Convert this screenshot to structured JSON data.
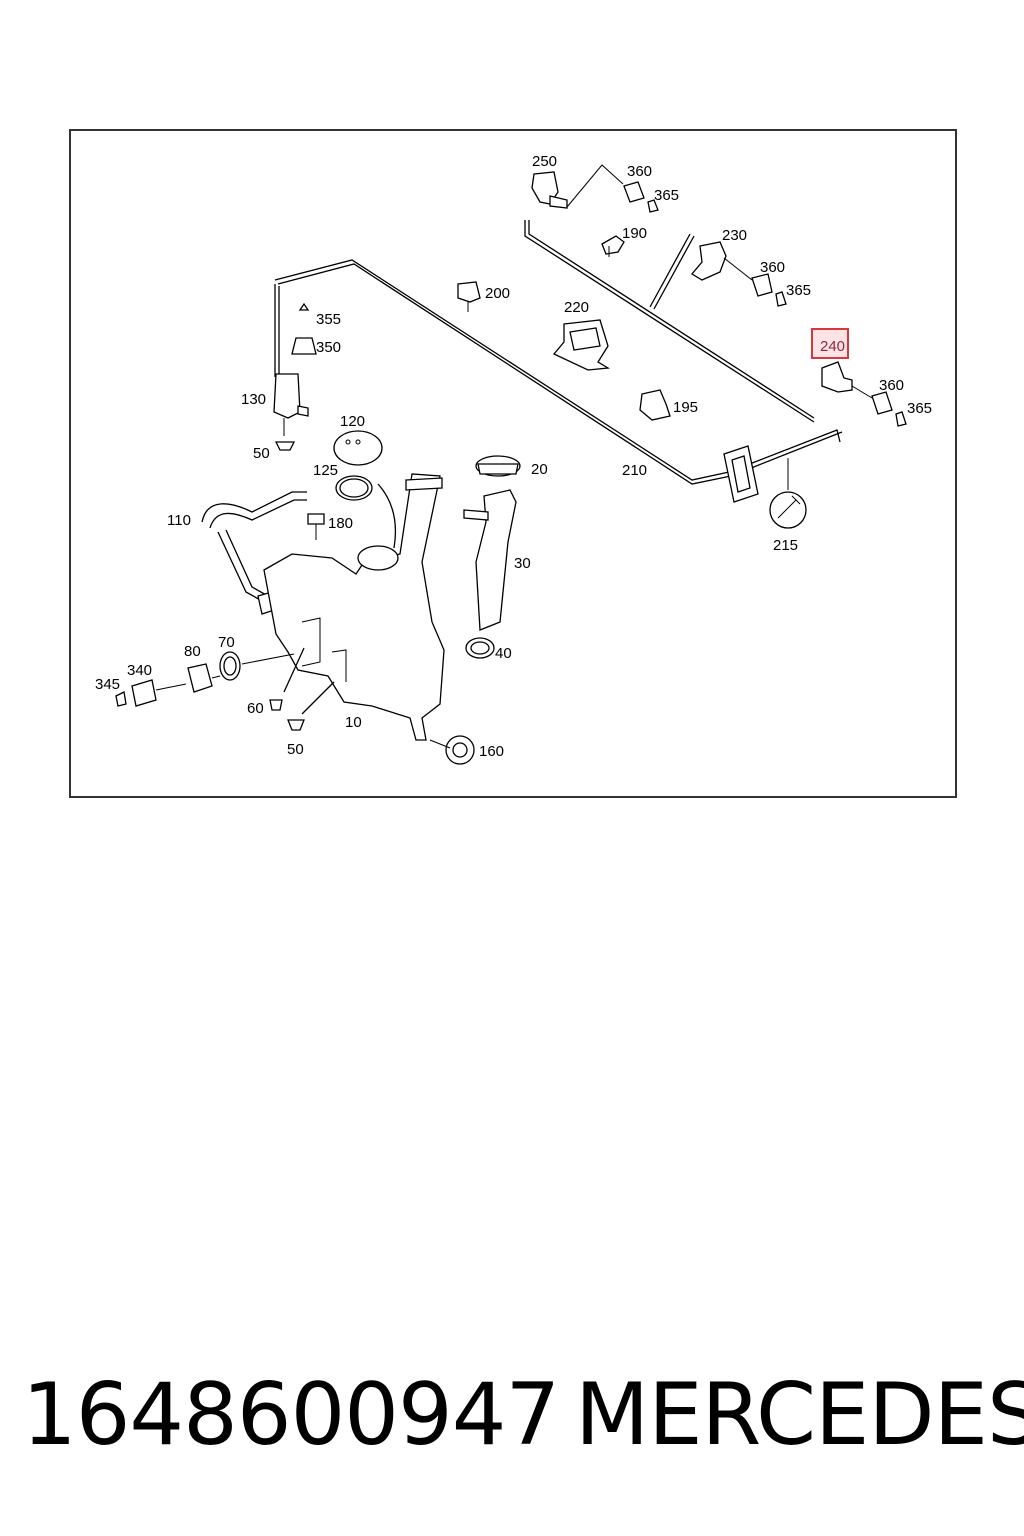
{
  "diagram": {
    "labels": {
      "l250": "250",
      "l360a": "360",
      "l365a": "365",
      "l190": "190",
      "l230": "230",
      "l360b": "360",
      "l365b": "365",
      "l200": "200",
      "l220": "220",
      "l240": "240",
      "l360c": "360",
      "l365c": "365",
      "l195": "195",
      "l355": "355",
      "l350": "350",
      "l130": "130",
      "l50a": "50",
      "l120": "120",
      "l125": "125",
      "l20": "20",
      "l210": "210",
      "l215": "215",
      "l110": "110",
      "l180": "180",
      "l30": "30",
      "l80": "80",
      "l70": "70",
      "l340": "340",
      "l345": "345",
      "l60": "60",
      "l10": "10",
      "l50b": "50",
      "l40": "40",
      "l160": "160"
    },
    "highlighted_part": "240",
    "highlight_color": "#d9363e"
  },
  "footer": {
    "part_number": "1648600947",
    "brand": "MERCEDES"
  }
}
